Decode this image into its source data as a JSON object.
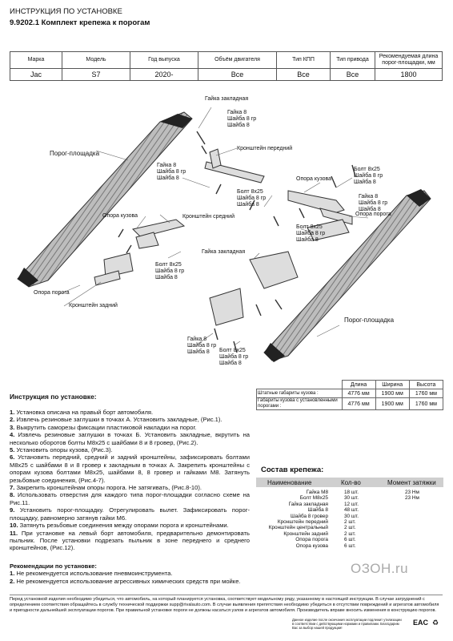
{
  "header": {
    "title": "ИНСТРУКЦИЯ ПО УСТАНОВКЕ",
    "subtitle": "9.9202.1 Комплект крепежа к порогам"
  },
  "spec_table": {
    "headers": [
      "Марка",
      "Модель",
      "Год выпуска",
      "Объём двигателя",
      "Тип КПП",
      "Тип привода",
      "Рекомендуемая длина порог-площадки, мм"
    ],
    "values": [
      "Jac",
      "S7",
      "2020-",
      "Все",
      "Все",
      "Все",
      "1800"
    ]
  },
  "diagram_labels": {
    "gayka_zakladnaya_top": "Гайка закладная",
    "top_fasteners": [
      "Гайка 8",
      "Шайба 8 гр",
      "Шайба 8"
    ],
    "kronshtein_peredniy": "Кронштейн передний",
    "porog_ploshadka_left": "Порог-площадка",
    "left_fasteners": [
      "Гайка 8",
      "Шайба 8 гр",
      "Шайба 8"
    ],
    "opora_kuzova_right": "Опора кузова",
    "right_bolt": [
      "Болт 8х25",
      "Шайба 8 гр",
      "Шайба 8"
    ],
    "center_bolt": [
      "Болт 8х25",
      "Шайба 8 гр",
      "Шайба 8"
    ],
    "opora_kuzova_left": "Опора кузова",
    "kronshtein_sredniy": "Кронштейн средний",
    "right_fasteners_2": [
      "Гайка 8",
      "Шайба 8 гр",
      "Шайба 8"
    ],
    "opora_poroga_right": "Опора порога",
    "mid_right_bolt": [
      "Болт 8х25",
      "Шайба 8 гр",
      "Шайба 8"
    ],
    "gayka_zakladnaya_mid": "Гайка закладная",
    "left_bolt": [
      "Болт 8х25",
      "Шайба 8 гр",
      "Шайба 8"
    ],
    "opora_poroga_left": "Опора порога",
    "kronshtein_zadniy": "Кронштейн задний",
    "porog_ploshadka_right": "Порог-площадка",
    "bottom_left_fasteners": [
      "Гайка 8",
      "Шайба 8 гр",
      "Шайба 8"
    ],
    "bottom_right_bolt": [
      "Болт 8х25",
      "Шайба 8 гр",
      "Шайба 8"
    ]
  },
  "dims_table": {
    "headers": [
      "Длина",
      "Ширина",
      "Высота"
    ],
    "rows": [
      {
        "label": "Штатные габариты кузова :",
        "values": [
          "4776 мм",
          "1900 мм",
          "1760 мм"
        ]
      },
      {
        "label": "Габариты кузова с установленными порогами :",
        "values": [
          "4776 мм",
          "1900 мм",
          "1760 мм"
        ]
      }
    ]
  },
  "instructions": {
    "title": "Инструкция по установке:",
    "steps": [
      {
        "num": "1.",
        "text": " Установка описана на правый борт автомобиля."
      },
      {
        "num": "2.",
        "text": " Извлечь резиновые заглушки в точках А. Установить закладные, (Рис.1)."
      },
      {
        "num": "3.",
        "text": " Выкрутить саморезы фиксации пластиковой накладки на порог."
      },
      {
        "num": "4.",
        "text": " Извлечь резиновые заглушки в точках Б. Установить закладные, вкрутить на несколько оборотов болты М8х25 с шайбами 8 и 8 гровер, (Рис.2)."
      },
      {
        "num": "5.",
        "text": " Установить опоры кузова, (Рис.3)."
      },
      {
        "num": "6.",
        "text": " Установить передний, средний и задний кронштейны, зафиксировать болтами М8х25 с шайбами 8 и 8 гровер к закладным в точках А. Закрепить кронштейны с опорам кузова болтами М8х25, шайбами 8, 8 гровер и гайками М8. Затянуть резьбовые соединения, (Рис.4-7)."
      },
      {
        "num": "7.",
        "text": " Закрепить кронштейнам опоры порога. Не затягивать, (Рис.8-10)."
      },
      {
        "num": "8.",
        "text": " Использовать отверстия для каждого типа порог-площадки согласно схеме на Рис.11."
      },
      {
        "num": "9.",
        "text": " Установить порог-площадку. Отрегулировать вылет. Зафиксировать порог-площадку, равномерно затянув гайки М6."
      },
      {
        "num": "10.",
        "text": " Затянуть резьбовые соединения между опорами порога и кронштейнами."
      },
      {
        "num": "11.",
        "text": " При установке на левый борт автомобиля, предварительно демонтировать пыльник. После установки подрезать пыльник в зоне переднего и среднего кронштейнов, (Рис.12)."
      }
    ]
  },
  "recommendations": {
    "title": "Рекомендации по установке:",
    "items": [
      {
        "num": "1.",
        "text": " Не рекомендуется использование пневмоинструмента."
      },
      {
        "num": "2.",
        "text": " Не рекомендуется использование агрессивных химических средств при мойке."
      }
    ]
  },
  "kit": {
    "title": "Состав крепежа:",
    "headers": [
      "Наименование",
      "Кол-во",
      "Момент затяжки"
    ],
    "rows": [
      {
        "name": "Гайка М8",
        "qty": "18 шт.",
        "torque": "23 Нм"
      },
      {
        "name": "Болт М8х25",
        "qty": "30 шт.",
        "torque": "23 Нм"
      },
      {
        "name": "Гайка закладная",
        "qty": "12 шт.",
        "torque": ""
      },
      {
        "name": "Шайба 8",
        "qty": "48 шт.",
        "torque": ""
      },
      {
        "name": "Шайба 8 гровер",
        "qty": "30 шт.",
        "torque": ""
      },
      {
        "name": "Кронштейн передний",
        "qty": "2 шт.",
        "torque": ""
      },
      {
        "name": "Кронштейн центральный",
        "qty": "2 шт.",
        "torque": ""
      },
      {
        "name": "Кронштейн задний",
        "qty": "2 шт.",
        "torque": ""
      },
      {
        "name": "Опора порога",
        "qty": "6 шт.",
        "torque": ""
      },
      {
        "name": "Опора кузова",
        "qty": "6 шт.",
        "torque": ""
      }
    ]
  },
  "watermark": "ОЗОН.ru",
  "footer": {
    "main": "Перед установкой изделия необходимо убедиться, что автомобиль, на который планируется установка, соответствует модельному ряду, указанному в настоящей инструкции. В случае затруднений с определением соответствия обращайтесь в службу технической поддержки supp@rivalauto.com. В случае выявления препятствия необходимо убедиться в отсутствии повреждений и агрегатов автомобиля и пригодности дальнейшей эксплуатации порогов. При правильной установке пороги не должны касаться узлов и агрегатов автомобиля. Производитель вправе вносить изменения в конструкцию порогов.",
    "small": "Данное изделие после окончания эксплуатации подлежит утилизации в соответствии с действующими нормами и правилами. Благодарим Вас за выбор нашей продукции!",
    "cert1": "EAC",
    "cert2": "♻"
  }
}
